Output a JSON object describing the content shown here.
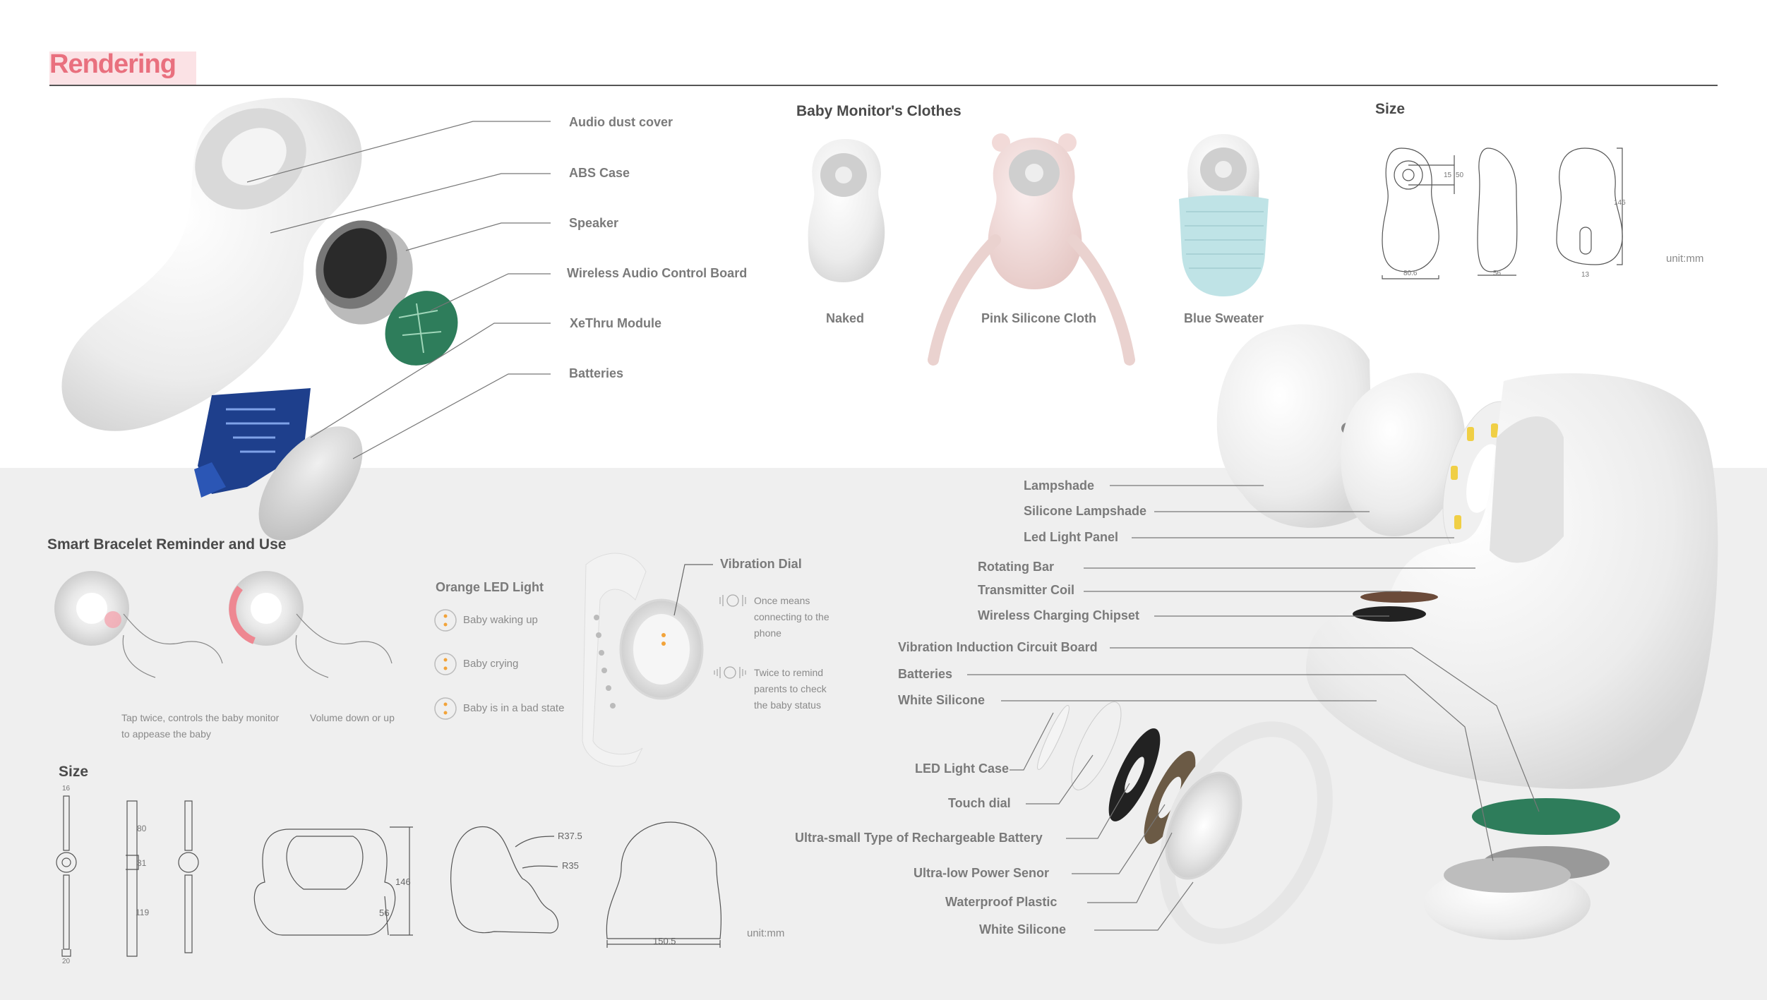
{
  "header": {
    "title": "Rendering"
  },
  "exploded_monitor": {
    "labels": [
      "Audio dust cover",
      "ABS Case",
      "Speaker",
      "Wireless Audio Control Board",
      "XeThru Module",
      "Batteries"
    ]
  },
  "clothes": {
    "title": "Baby Monitor's Clothes",
    "items": [
      "Naked",
      "Pink Silicone Cloth",
      "Blue Sweater"
    ]
  },
  "size_top": {
    "title": "Size",
    "dims": [
      "15",
      "50",
      "146",
      "80.6",
      "56",
      "13"
    ],
    "unit": "unit:mm"
  },
  "bracelet": {
    "title": "Smart Bracelet Reminder and Use",
    "tap_caption": "Tap twice, controls the baby monitor to appease the baby",
    "volume_caption": "Volume down or up",
    "led_title": "Orange LED Light",
    "led_items": [
      "Baby waking up",
      "Baby crying",
      "Baby is in a bad state"
    ],
    "vibration_title": "Vibration Dial",
    "vibration_items": [
      "Once means connecting to the phone",
      "Twice to remind parents to check the baby status"
    ]
  },
  "size_bottom": {
    "title": "Size",
    "dims": [
      "16",
      "80",
      "31",
      "119",
      "20",
      "146",
      "56",
      "R37.5",
      "R35",
      "150.5"
    ],
    "unit": "unit:mm"
  },
  "exploded_base": {
    "labels": [
      "Lampshade",
      "Silicone Lampshade",
      "Led Light Panel",
      "Rotating Bar",
      "Transmitter Coil",
      "Wireless Charging Chipset",
      "Vibration Induction Circuit Board",
      "Batteries",
      "White Silicone"
    ]
  },
  "exploded_bracelet": {
    "labels": [
      "LED Light Case",
      "Touch dial",
      "Ultra-small Type of Rechargeable Battery",
      "Ultra-low Power Senor",
      "Waterproof Plastic",
      "White Silicone"
    ]
  },
  "colors": {
    "accent": "#e9707e",
    "accent_bg": "#fbe2e5",
    "background_bottom": "#efefef",
    "line": "#555555",
    "pcb_green": "#2e7d5b",
    "pcb_blue": "#1e3f8c",
    "sweater": "#bfe3e6",
    "pink": "#f2dad8"
  }
}
